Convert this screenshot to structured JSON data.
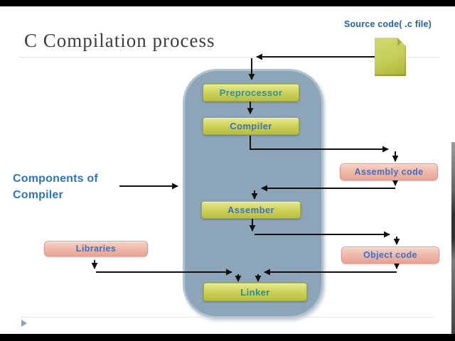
{
  "window": {
    "letterbox_color": "#000000",
    "background_color": "#ffffff"
  },
  "slide": {
    "title": "C Compilation process",
    "source_code": {
      "label": "Source code( .c file)"
    },
    "components_note": {
      "line1": "Components of",
      "line2": "Compiler"
    },
    "stages": {
      "preprocessor": {
        "label": "Preprocessor"
      },
      "compiler": {
        "label": "Compiler"
      },
      "assembler": {
        "label": "Assember"
      },
      "linker": {
        "label": "Linker"
      }
    },
    "artifacts": {
      "assembly_code": {
        "label": "Assembly code"
      },
      "object_code": {
        "label": "Object code"
      },
      "libraries": {
        "label": "Libraries"
      }
    },
    "icons": {
      "source_file": "document-with-folded-corner-icon",
      "slide_footer": "play-triangle-icon"
    },
    "colors": {
      "title_text": "#3d3d3d",
      "source_label_text": "#1a5fb0",
      "note_text": "#2e75b6",
      "stage_box_top": "#e6ea90",
      "stage_box_bottom": "#b7be3c",
      "stage_text_teal": "#2f8ea6",
      "stage_text_blue": "#3b6fc7",
      "linker_text": "#2d8f88",
      "artifact_box_top": "#f6d3c5",
      "artifact_box_bottom": "#e8a596",
      "artifact_text": "#3b6fc7",
      "container_fill": "#8da5b8",
      "container_border": "#b2c3d0",
      "document_fill": "#c6cd57",
      "arrow": "#111111"
    }
  }
}
